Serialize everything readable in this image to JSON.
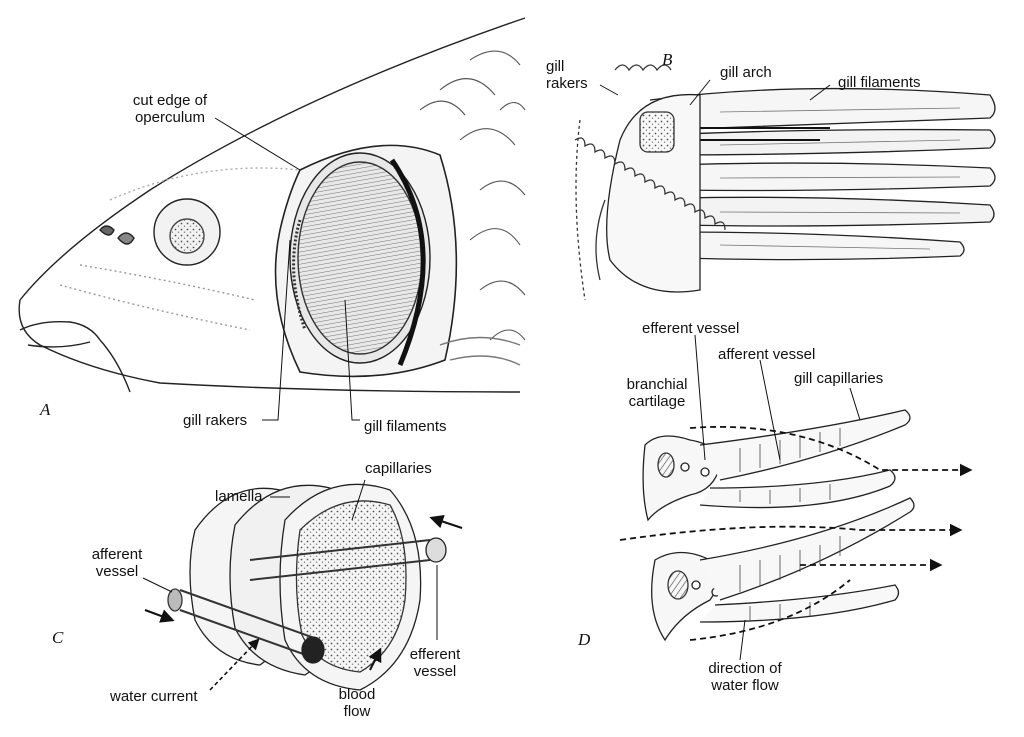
{
  "panels": {
    "a": {
      "letter": "A",
      "labels": {
        "cut_edge": "cut edge of operculum",
        "gill_rakers": "gill rakers",
        "gill_filaments": "gill filaments"
      }
    },
    "b": {
      "letter": "B",
      "labels": {
        "gill_rakers": "gill rakers",
        "gill_arch": "gill arch",
        "gill_filaments": "gill filaments"
      }
    },
    "c": {
      "letter": "C",
      "labels": {
        "lamella": "lamella",
        "capillaries": "capillaries",
        "afferent_vessel": "afferent vessel",
        "efferent_vessel": "efferent vessel",
        "water_current": "water current",
        "blood_flow": "blood flow"
      }
    },
    "d": {
      "letter": "D",
      "labels": {
        "efferent_vessel": "efferent vessel",
        "afferent_vessel": "afferent vessel",
        "branchial_cartilage": "branchial cartilage",
        "gill_capillaries": "gill capillaries",
        "water_flow": "direction of water flow"
      }
    }
  }
}
